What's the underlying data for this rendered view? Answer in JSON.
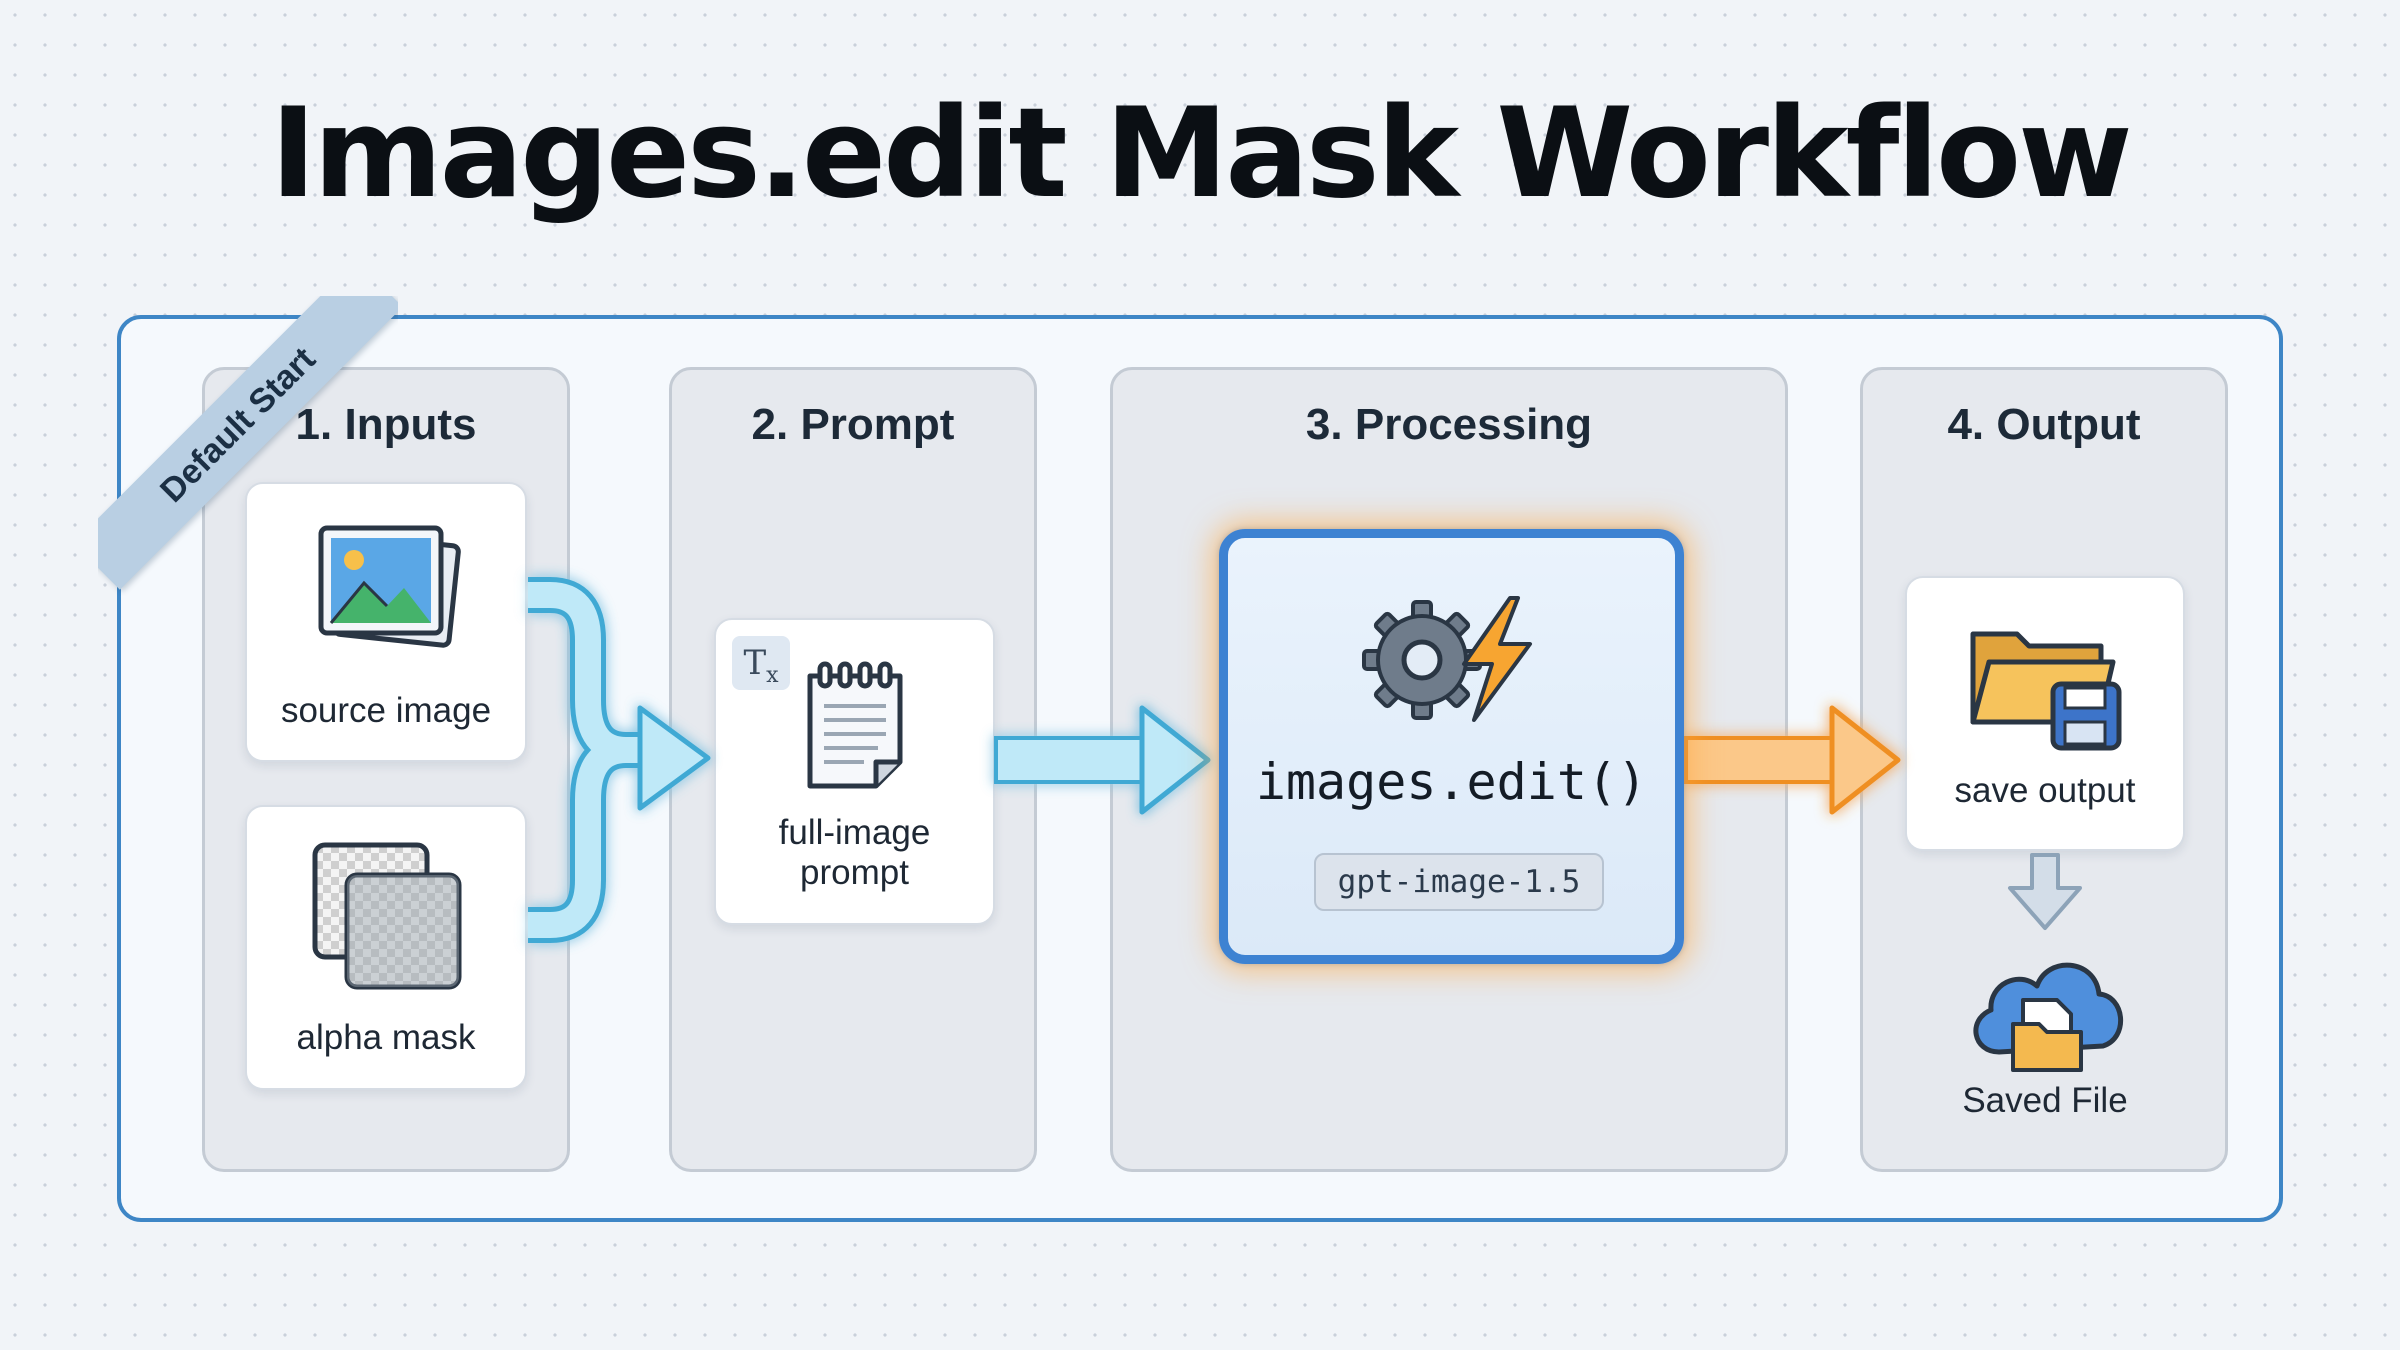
{
  "title": "Images.edit Mask Workflow",
  "ribbon": "Default Start",
  "lanes": [
    {
      "title": "1. Inputs"
    },
    {
      "title": "2. Prompt"
    },
    {
      "title": "3. Processing"
    },
    {
      "title": "4. Output"
    }
  ],
  "inputs": {
    "source_image": "source image",
    "alpha_mask": "alpha mask"
  },
  "prompt": {
    "badge": "T",
    "badge_sub": "x",
    "line1": "full-image",
    "line2": "prompt"
  },
  "processing": {
    "function": "images.edit()",
    "model": "gpt-image-1.5"
  },
  "output": {
    "save": "save output",
    "saved_file": "Saved File"
  },
  "colors": {
    "frame": "#3e86c6",
    "blue_arrow": "#8fd3ee",
    "orange_arrow": "#f6a94a",
    "processing_border": "#3d82d2",
    "glow": "#ffa53c"
  }
}
